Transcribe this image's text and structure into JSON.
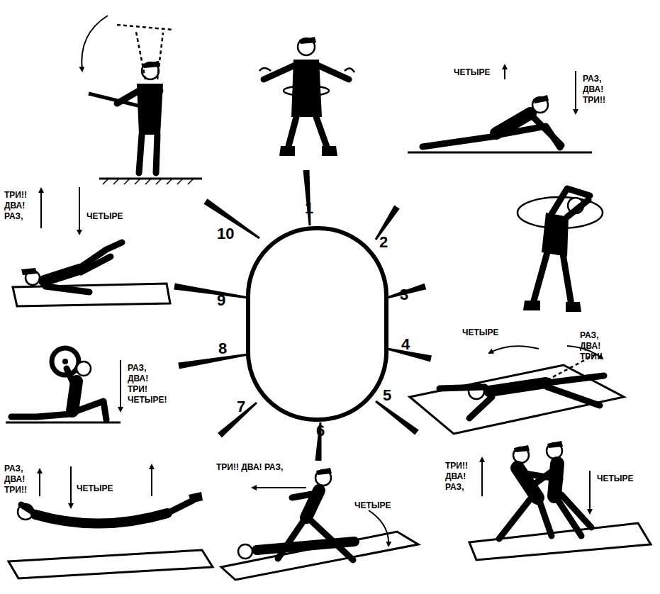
{
  "diagram": {
    "labels": [
      "ЧЕТЫРЕ",
      "РАЗ, ДВА! ТРИ!!",
      "ТРИ!! ДВА! РАЗ,",
      "ЧЕТЫРЕ",
      "1",
      "2",
      "3",
      "4",
      "5",
      "6",
      "7",
      "8",
      "9",
      "10",
      "ЧЕТЫРЕ",
      "РАЗ, ДВА! ТРИ!!",
      "РАЗ, ДВА! ТРИ! ЧЕТЫРЕ!",
      "ТРИ!! ДВА! РАЗ,",
      "ЧЕТЫРЕ",
      "РАЗ, ДВА! ТРИ!!",
      "ЧЕТЫРЕ",
      "ТРИ!! ДВА! РАЗ,",
      "ЧЕТЫРЕ"
    ]
  }
}
